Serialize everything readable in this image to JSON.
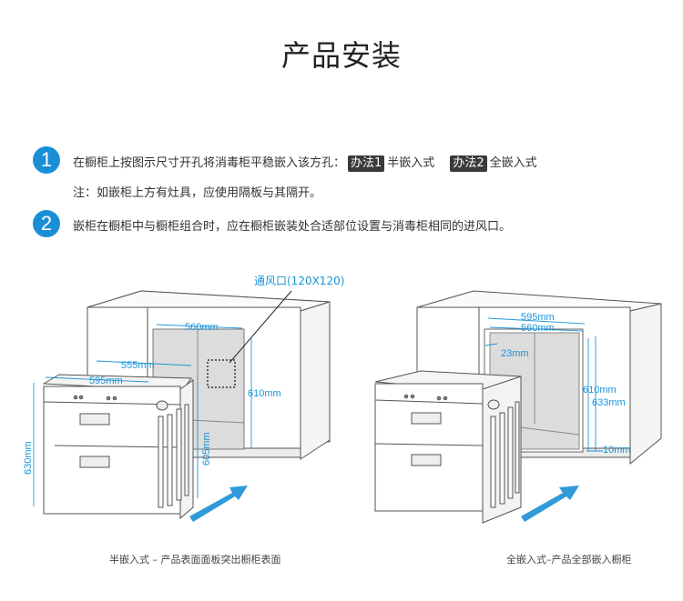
{
  "title": "产品安装",
  "steps": [
    {
      "number": "1",
      "line1_text": "在橱柜上按图示尺寸开孔将消毒柜平稳嵌入该方孔：",
      "method1_tag": "办法1",
      "method1_label": "半嵌入式",
      "method2_tag": "办法2",
      "method2_label": "全嵌入式",
      "note": "注：如嵌柜上方有灶具，应使用隔板与其隔开。"
    },
    {
      "number": "2",
      "text": "嵌柜在橱柜中与橱柜组合时，应在橱柜嵌装处合适部位设置与消毒柜相同的进风口。"
    }
  ],
  "diagram_left": {
    "vent_label": "通风口(120X120)",
    "dims": {
      "opening_width": "560mm",
      "depth": "555mm",
      "unit_width": "595mm",
      "opening_height": "610mm",
      "unit_height": "630mm",
      "inner_height": "605mm"
    },
    "caption": "半嵌入式 – 产品表面面板突出橱柜表面"
  },
  "diagram_right": {
    "dims": {
      "outer_width": "595mm",
      "opening_width": "560mm",
      "side_gap": "23mm",
      "opening_height": "610mm",
      "outer_height": "633mm",
      "bottom_gap": "10mm"
    },
    "caption": "全嵌入式–产品全部嵌入橱柜"
  },
  "colors": {
    "accent": "#1a8fd6",
    "dimension": "#1a95d8",
    "tag_bg": "#3a3a3a",
    "cavity": "#dcdcdc"
  }
}
